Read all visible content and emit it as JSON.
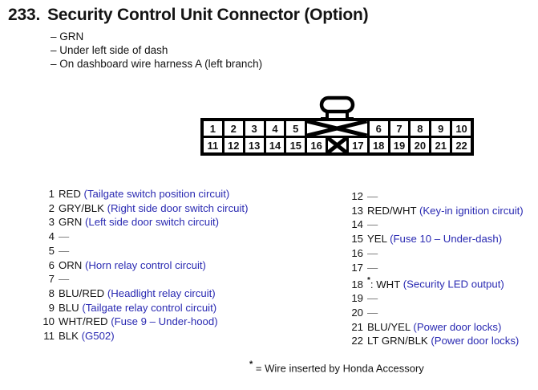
{
  "header": {
    "number": "233.",
    "title": "Security Control Unit Connector (Option)",
    "notes": [
      "– GRN",
      "– Under left side of dash",
      "– On dashboard wire harness A (left branch)"
    ]
  },
  "colors": {
    "circuit_blue": "#2a2ab2",
    "dash_gray": "#6e6e6e"
  },
  "dash": "—",
  "connector": {
    "top_row": [
      {
        "label": "1"
      },
      {
        "label": "2"
      },
      {
        "label": "3"
      },
      {
        "label": "4"
      },
      {
        "label": "5"
      },
      {
        "cross": true,
        "span": 3
      },
      {
        "label": "6"
      },
      {
        "label": "7"
      },
      {
        "label": "8"
      },
      {
        "label": "9"
      },
      {
        "label": "10"
      }
    ],
    "bottom_row": [
      {
        "label": "11"
      },
      {
        "label": "12"
      },
      {
        "label": "13"
      },
      {
        "label": "14"
      },
      {
        "label": "15"
      },
      {
        "label": "16"
      },
      {
        "cross": true,
        "span": 1
      },
      {
        "label": "17"
      },
      {
        "label": "18"
      },
      {
        "label": "19"
      },
      {
        "label": "20"
      },
      {
        "label": "21"
      },
      {
        "label": "22"
      }
    ]
  },
  "pins_left": [
    {
      "n": "1",
      "wire": "RED",
      "circuit": "Tailgate switch position circuit"
    },
    {
      "n": "2",
      "wire": "GRY/BLK",
      "circuit": "Right side door switch circuit"
    },
    {
      "n": "3",
      "wire": "GRN",
      "circuit": "Left side door switch circuit"
    },
    {
      "n": "4",
      "wire": "",
      "circuit": ""
    },
    {
      "n": "5",
      "wire": "",
      "circuit": ""
    },
    {
      "n": "6",
      "wire": "ORN",
      "circuit": "Horn relay control circuit"
    },
    {
      "n": "7",
      "wire": "",
      "circuit": ""
    },
    {
      "n": "8",
      "wire": "BLU/RED",
      "circuit": "Headlight relay circuit"
    },
    {
      "n": "9",
      "wire": "BLU",
      "circuit": "Tailgate relay control circuit"
    },
    {
      "n": "10",
      "wire": "WHT/RED",
      "circuit": "Fuse 9 – Under-hood"
    },
    {
      "n": "11",
      "wire": "BLK",
      "circuit": "G502"
    }
  ],
  "pins_right": [
    {
      "n": "12",
      "wire": "",
      "circuit": ""
    },
    {
      "n": "13",
      "wire": "RED/WHT",
      "circuit": "Key-in ignition circuit"
    },
    {
      "n": "14",
      "wire": "",
      "circuit": ""
    },
    {
      "n": "15",
      "wire": "YEL",
      "circuit": "Fuse 10 – Under-dash"
    },
    {
      "n": "16",
      "wire": "",
      "circuit": ""
    },
    {
      "n": "17",
      "wire": "",
      "circuit": ""
    },
    {
      "n": "18",
      "star": "*",
      "wire": "WHT",
      "circuit": "Security LED output"
    },
    {
      "n": "19",
      "wire": "",
      "circuit": ""
    },
    {
      "n": "20",
      "wire": "",
      "circuit": ""
    },
    {
      "n": "21",
      "wire": "BLU/YEL",
      "circuit": "Power door locks"
    },
    {
      "n": "22",
      "wire": "LT GRN/BLK",
      "circuit": "Power door locks"
    }
  ],
  "footnote": {
    "star": "*",
    "text": "= Wire inserted by Honda Accessory"
  }
}
